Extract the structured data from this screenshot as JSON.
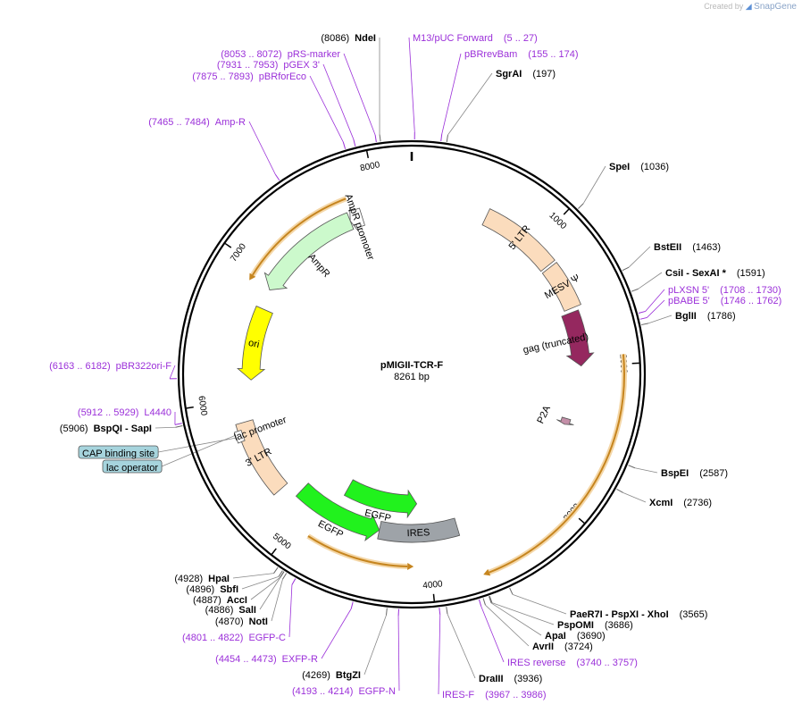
{
  "watermark": {
    "prefix": "Created by",
    "brand": "SnapGene"
  },
  "plasmid": {
    "name": "pMIGII-TCR-F",
    "size_label": "8261 bp",
    "length": 8261
  },
  "ticks": [
    {
      "pos": 1000,
      "label": "1000"
    },
    {
      "pos": 2000,
      "label": "2000"
    },
    {
      "pos": 3000,
      "label": "3000"
    },
    {
      "pos": 4000,
      "label": "4000"
    },
    {
      "pos": 5000,
      "label": "5000"
    },
    {
      "pos": 6000,
      "label": "6000"
    },
    {
      "pos": 7000,
      "label": "7000"
    },
    {
      "pos": 8000,
      "label": "8000"
    }
  ],
  "features": [
    {
      "id": "5-ltr",
      "label": "5' LTR",
      "start": 580,
      "end": 1180,
      "track": 0,
      "dir": 0,
      "color": "#fbdcbd"
    },
    {
      "id": "mesv",
      "label": "MESV Ψ",
      "start": 1200,
      "end": 1550,
      "track": 0,
      "dir": 0,
      "color": "#fbdcbd"
    },
    {
      "id": "gag",
      "label": "gag (truncated)",
      "start": 1580,
      "end": 2000,
      "track": 0,
      "dir": 1,
      "color": "#95285f"
    },
    {
      "id": "p2a",
      "label": "P2A",
      "start": 2430,
      "end": 2480,
      "track": 0,
      "dir": 1,
      "color": "#c48fa8"
    },
    {
      "id": "ires",
      "label": "IRES",
      "start": 3750,
      "end": 4400,
      "track": 0,
      "dir": 0,
      "color": "#9ea3a8"
    },
    {
      "id": "egfp-outer",
      "label": "EGFP",
      "start": 4400,
      "end": 5130,
      "track": 0,
      "dir": -1,
      "color": "#21f21d"
    },
    {
      "id": "egfp-inner",
      "label": "EGFP",
      "start": 4080,
      "end": 4800,
      "track": 1,
      "dir": -1,
      "color": "#21f21d"
    },
    {
      "id": "3-ltr",
      "label": "3' LTR",
      "start": 5250,
      "end": 5830,
      "track": 0,
      "dir": 0,
      "color": "#fbdcbd"
    },
    {
      "id": "ori",
      "label": "ori",
      "start": 6150,
      "end": 6740,
      "track": 0,
      "dir": -1,
      "color": "#ffff00"
    },
    {
      "id": "ampr",
      "label": "AmpR",
      "start": 6900,
      "end": 7760,
      "track": 0,
      "dir": -1,
      "color": "#ccf9cc"
    },
    {
      "id": "ampr-promoter",
      "label": "AmpR promoter",
      "start": 7760,
      "end": 7860,
      "track": 0,
      "dir": -1,
      "color": "#ffffff"
    },
    {
      "id": "lac-promoter",
      "label": "lac promoter",
      "start": 5700,
      "end": 5780,
      "track": 2,
      "dir": 0,
      "color": "#ffffff"
    }
  ],
  "orfs": [
    {
      "id": "orf-tcr",
      "start": 1940,
      "end": 3640,
      "dir": 1
    },
    {
      "id": "orf-egfp",
      "start": 4160,
      "end": 4880,
      "dir": -1
    },
    {
      "id": "orf-ampr",
      "start": 6930,
      "end": 7790,
      "dir": -1
    }
  ],
  "right_labels": [
    {
      "id": "sgrai",
      "type": "site",
      "name": "SgrAI",
      "pos_text": "(197)",
      "bp": 197
    },
    {
      "id": "spei",
      "type": "site",
      "name": "SpeI",
      "pos_text": "(1036)",
      "bp": 1036
    },
    {
      "id": "bsteii",
      "type": "site",
      "name": "BstEII",
      "pos_text": "(1463)",
      "bp": 1463
    },
    {
      "id": "csii",
      "type": "site",
      "name": "CsiI - SexAI *",
      "pos_text": "(1591)",
      "bp": 1591
    },
    {
      "id": "plxsn",
      "type": "primer",
      "name": "pLXSN 5'",
      "pos_text": "(1708 .. 1730)",
      "bp": 1719
    },
    {
      "id": "pbabe",
      "type": "primer",
      "name": "pBABE 5'",
      "pos_text": "(1746 .. 1762)",
      "bp": 1754
    },
    {
      "id": "bglii",
      "type": "site",
      "name": "BglII",
      "pos_text": "(1786)",
      "bp": 1786
    },
    {
      "id": "bspei",
      "type": "site",
      "name": "BspEI",
      "pos_text": "(2587)",
      "bp": 2587
    },
    {
      "id": "xcmi",
      "type": "site",
      "name": "XcmI",
      "pos_text": "(2736)",
      "bp": 2736
    },
    {
      "id": "paer7i",
      "type": "site",
      "name": "PaeR7I - PspXI - XhoI",
      "pos_text": "(3565)",
      "bp": 3565
    },
    {
      "id": "pspomi",
      "type": "site",
      "name": "PspOMI",
      "pos_text": "(3686)",
      "bp": 3686
    },
    {
      "id": "apai",
      "type": "site",
      "name": "ApaI",
      "pos_text": "(3690)",
      "bp": 3690
    },
    {
      "id": "avrii",
      "type": "site",
      "name": "AvrII",
      "pos_text": "(3724)",
      "bp": 3724
    },
    {
      "id": "ires-rev",
      "type": "primer",
      "name": "IRES reverse",
      "pos_text": "(3740 .. 3757)",
      "bp": 3748
    },
    {
      "id": "draiii",
      "type": "site",
      "name": "DraIII",
      "pos_text": "(3936)",
      "bp": 3936
    },
    {
      "id": "ires-f",
      "type": "primer",
      "name": "IRES-F",
      "pos_text": "(3967 .. 3986)",
      "bp": 3976
    }
  ],
  "left_labels": [
    {
      "id": "egfp-n",
      "type": "primer",
      "name": "EGFP-N",
      "pos_text": "(4193 .. 4214)",
      "bp": 4203
    },
    {
      "id": "btgzi",
      "type": "site",
      "name": "BtgZI",
      "pos_text": "(4269)",
      "bp": 4269
    },
    {
      "id": "egfp-r",
      "type": "primer",
      "name": "EXFP-R",
      "pos_text": "(4454 .. 4473)",
      "bp": 4463
    },
    {
      "id": "egfp-c",
      "type": "primer",
      "name": "EGFP-C",
      "pos_text": "(4801 .. 4822)",
      "bp": 4811
    },
    {
      "id": "noti",
      "type": "site",
      "name": "NotI",
      "pos_text": "(4870)",
      "bp": 4870
    },
    {
      "id": "sali",
      "type": "site",
      "name": "SalI",
      "pos_text": "(4886)",
      "bp": 4886
    },
    {
      "id": "acci",
      "type": "site",
      "name": "AccI",
      "pos_text": "(4887)",
      "bp": 4887
    },
    {
      "id": "sbfi",
      "type": "site",
      "name": "SbfI",
      "pos_text": "(4896)",
      "bp": 4896
    },
    {
      "id": "hpai",
      "type": "site",
      "name": "HpaI",
      "pos_text": "(4928)",
      "bp": 4928
    },
    {
      "id": "bspqi",
      "type": "site",
      "name": "BspQI - SapI",
      "pos_text": "(5906)",
      "bp": 5906
    },
    {
      "id": "l4440",
      "type": "primer",
      "name": "L4440",
      "pos_text": "(5912 .. 5929)",
      "bp": 5920
    },
    {
      "id": "pbr322ori-f",
      "type": "primer",
      "name": "pBR322ori-F",
      "pos_text": "(6163 .. 6182)",
      "bp": 6172
    },
    {
      "id": "amp-r",
      "type": "primer",
      "name": "Amp-R",
      "pos_text": "(7465 .. 7484)",
      "bp": 7474
    },
    {
      "id": "pbrforeco",
      "type": "primer",
      "name": "pBRforEco",
      "pos_text": "(7875 .. 7893)",
      "bp": 7884
    },
    {
      "id": "pgex3",
      "type": "primer",
      "name": "pGEX 3'",
      "pos_text": "(7931 .. 7953)",
      "bp": 7942
    },
    {
      "id": "prs-marker",
      "type": "primer",
      "name": "pRS-marker",
      "pos_text": "(8053 .. 8072)",
      "bp": 8062
    },
    {
      "id": "ndei",
      "type": "site",
      "name": "NdeI",
      "pos_text": "(8086)",
      "bp": 8086
    }
  ],
  "top_labels": [
    {
      "id": "m13-puc",
      "type": "primer",
      "name": "M13/pUC Forward",
      "pos_text": "(5 .. 27)",
      "bp": 16
    },
    {
      "id": "pbrrevbam",
      "type": "primer",
      "name": "pBRrevBam",
      "pos_text": "(155 .. 174)",
      "bp": 164
    }
  ],
  "box_labels": [
    {
      "id": "cap-site",
      "name": "CAP binding site",
      "bp": 5735
    },
    {
      "id": "lac-operator",
      "name": "lac operator",
      "bp": 5760
    }
  ]
}
